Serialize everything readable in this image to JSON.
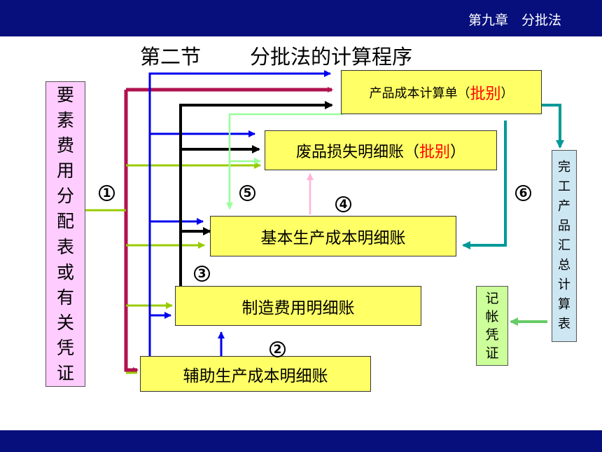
{
  "header": {
    "chapter": "第九章　分批法"
  },
  "title": {
    "section": "第二节",
    "main": "分批法的计算程序"
  },
  "boxes": {
    "cost_sheet": {
      "prefix": "产品成本计算单（",
      "highlight": "批别",
      "suffix": "）"
    },
    "scrap_ledger": {
      "prefix": "废品损失明细账（",
      "highlight": "批别",
      "suffix": "）"
    },
    "basic_production": "基本生产成本明细账",
    "manufacturing_overhead": "制造费用明细账",
    "auxiliary_production": "辅助生产成本明细账"
  },
  "vertical": {
    "source": [
      "要",
      "素",
      "费",
      "用",
      "分",
      "配",
      "表",
      "或",
      "有",
      "关",
      "凭",
      "证"
    ],
    "summary": [
      "完",
      "工",
      "产",
      "品",
      "汇",
      "总",
      "计",
      "算",
      "表"
    ],
    "voucher": [
      "记",
      "帐",
      "凭",
      "证"
    ]
  },
  "steps": [
    "1",
    "2",
    "3",
    "4",
    "5",
    "6"
  ],
  "colors": {
    "header_bg": "#060f7c",
    "box_fill": "#ffff66",
    "highlight": "#ff0000",
    "source_fill": "#ffccff",
    "summary_fill": "#cce6f2",
    "voucher_fill": "#ccff99",
    "arrow_crimson": "#b0124e",
    "arrow_blue": "#0000ee",
    "arrow_black": "#000000",
    "arrow_olive": "#99cc00",
    "arrow_lightgreen": "#99ff99",
    "arrow_pink": "#ffb3d9",
    "arrow_teal": "#009999",
    "arrow_green": "#66cc66"
  }
}
